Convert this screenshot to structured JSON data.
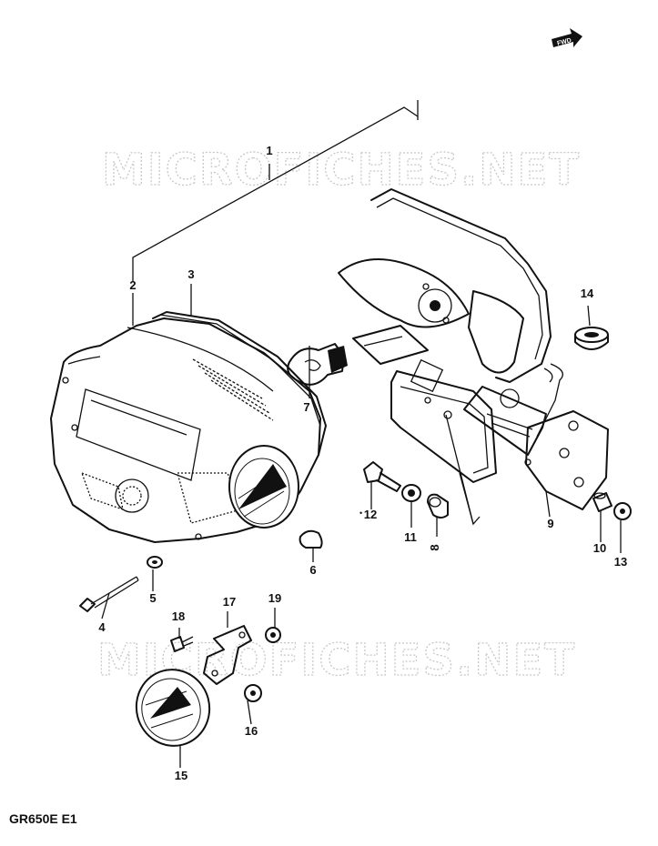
{
  "diagram": {
    "model_code": "GR650E E1",
    "fwd_label": "FWD",
    "watermark": "MICROFICHES.NET",
    "callouts": [
      {
        "id": "c1",
        "label": "1"
      },
      {
        "id": "c2",
        "label": "2"
      },
      {
        "id": "c3",
        "label": "3"
      },
      {
        "id": "c4",
        "label": "4"
      },
      {
        "id": "c5",
        "label": "5"
      },
      {
        "id": "c6",
        "label": "6"
      },
      {
        "id": "c7",
        "label": "7"
      },
      {
        "id": "c8",
        "label": "8"
      },
      {
        "id": "c9",
        "label": "9"
      },
      {
        "id": "c10",
        "label": "10"
      },
      {
        "id": "c11",
        "label": "11"
      },
      {
        "id": "c12",
        "label": "12"
      },
      {
        "id": "c13",
        "label": "13"
      },
      {
        "id": "c14",
        "label": "14"
      },
      {
        "id": "c15",
        "label": "15"
      },
      {
        "id": "c16",
        "label": "16"
      },
      {
        "id": "c17",
        "label": "17"
      },
      {
        "id": "c18",
        "label": "18"
      },
      {
        "id": "c19",
        "label": "19"
      }
    ]
  }
}
